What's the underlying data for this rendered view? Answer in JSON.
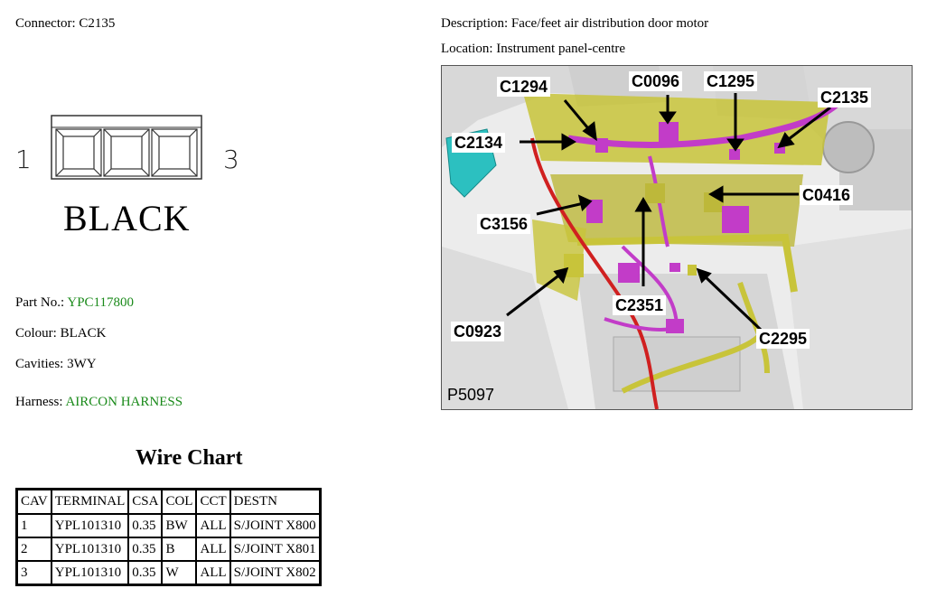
{
  "connector": {
    "label": "Connector: C2135",
    "pin_left": "1",
    "pin_right": "3",
    "colour_text": "BLACK"
  },
  "details": {
    "part_no_label": "Part No.:",
    "part_no_value": "YPC117800",
    "colour": "Colour: BLACK",
    "cavities": "Cavities: 3WY",
    "harness_label": "Harness:",
    "harness_value": "AIRCON HARNESS"
  },
  "description": "Description: Face/feet air distribution door motor",
  "location": "Location: Instrument panel-centre",
  "photo": {
    "id": "P5097",
    "callouts": [
      "C1294",
      "C0096",
      "C1295",
      "C2135",
      "C2134",
      "C0416",
      "C3156",
      "C2351",
      "C0923",
      "C2295"
    ]
  },
  "wire_chart": {
    "title": "Wire Chart",
    "headers": [
      "CAV",
      "TERMINAL",
      "CSA",
      "COL",
      "CCT",
      "DESTN"
    ],
    "rows": [
      [
        "1",
        "YPL101310",
        "0.35",
        "BW",
        "ALL",
        "S/JOINT X800"
      ],
      [
        "2",
        "YPL101310",
        "0.35",
        "B",
        "ALL",
        "S/JOINT X801"
      ],
      [
        "3",
        "YPL101310",
        "0.35",
        "W",
        "ALL",
        "S/JOINT X802"
      ]
    ]
  },
  "colors": {
    "link_green": "#1a8a1a",
    "harness_magenta": "#c23cc8",
    "bracket_yellow": "#c8c43a",
    "wire_red": "#d02020"
  }
}
